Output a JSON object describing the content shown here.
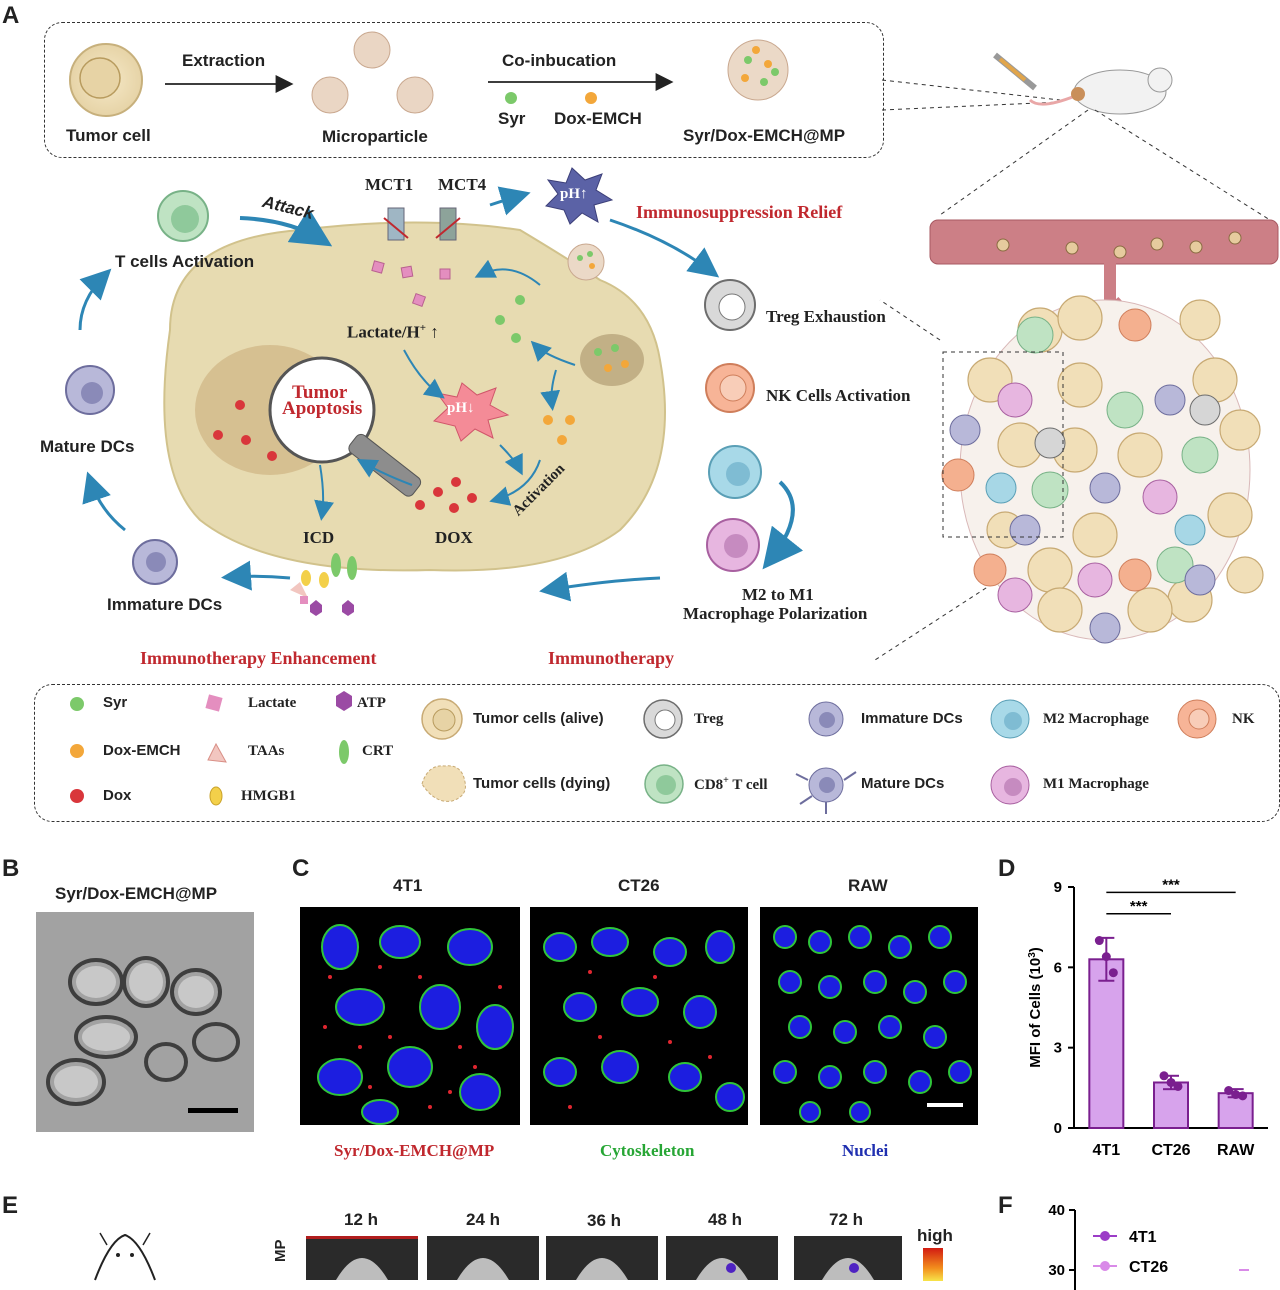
{
  "panels": {
    "a": "A",
    "b": "B",
    "c": "C",
    "d": "D",
    "e": "E",
    "f": "F"
  },
  "scheme": {
    "tumor_cell": "Tumor cell",
    "extraction": "Extraction",
    "microparticle": "Microparticle",
    "co_incubation": "Co-inbucation",
    "syr": "Syr",
    "dox_emch": "Dox-EMCH",
    "product": "Syr/Dox-EMCH@MP",
    "mct1": "MCT1",
    "mct4": "MCT4",
    "ph_up": "pH",
    "immunosuppression_relief": "Immunosuppression Relief",
    "attack": "Attack",
    "t_cells_activation": "T cells Activation",
    "lactate_h": "Lactate/H",
    "lactate_sup": "+",
    "tumor_apoptosis_1": "Tumor",
    "tumor_apoptosis_2": "Apoptosis",
    "ph_down": "pH",
    "activation": "Activation",
    "icd": "ICD",
    "dox": "DOX",
    "mature_dcs": "Mature DCs",
    "immature_dcs": "Immature DCs",
    "treg_exhaustion": "Treg Exhaustion",
    "nk_activation": "NK Cells Activation",
    "m2_to_m1": "M2 to M1",
    "macrophage_polarization": "Macrophage Polarization",
    "immunotherapy_enhancement": "Immunotherapy Enhancement",
    "immunotherapy": "Immunotherapy"
  },
  "legend": {
    "syr": "Syr",
    "dox_emch": "Dox-EMCH",
    "dox": "Dox",
    "lactate": "Lactate",
    "taas": "TAAs",
    "hmgb1": "HMGB1",
    "atp": "ATP",
    "crt": "CRT",
    "tumor_alive": "Tumor cells (alive)",
    "tumor_dying": "Tumor cells (dying)",
    "treg": "Treg",
    "cd8": "CD8",
    "cd8_sup": "+",
    "cd8_tail": " T cell",
    "immature_dcs": "Immature DCs",
    "mature_dcs": "Mature DCs",
    "m2": "M2 Macrophage",
    "m1": "M1 Macrophage",
    "nk": "NK"
  },
  "panel_b": {
    "title": "Syr/Dox-EMCH@MP"
  },
  "panel_c": {
    "cols": [
      "4T1",
      "CT26",
      "RAW"
    ],
    "channel_red": "Syr/Dox-EMCH@MP",
    "channel_green": "Cytoskeleton",
    "channel_blue": "Nuclei"
  },
  "colors": {
    "syr": "#7cc96a",
    "dox_emch": "#f3a73a",
    "dox": "#d9363b",
    "bar": "#d7a3ec",
    "bar_edge": "#7a1f8f",
    "title_red": "#c0282e"
  },
  "chart_data": [
    {
      "type": "bar",
      "panel": "D",
      "categories": [
        "4T1",
        "CT26",
        "RAW"
      ],
      "values": [
        6.3,
        1.7,
        1.3
      ],
      "errors": [
        0.8,
        0.25,
        0.15
      ],
      "points": [
        [
          7.0,
          6.4,
          5.8
        ],
        [
          1.95,
          1.7,
          1.55
        ],
        [
          1.4,
          1.25,
          1.2
        ]
      ],
      "ylabel": "MFI of Cells (10",
      "ylabel_sup": "3",
      "ylabel_tail": ")",
      "ylim": [
        0,
        9
      ],
      "yticks": [
        0,
        3,
        6,
        9
      ],
      "significance": [
        {
          "from": "4T1",
          "to": "CT26",
          "label": "***"
        },
        {
          "from": "4T1",
          "to": "RAW",
          "label": "***"
        }
      ]
    },
    {
      "type": "line",
      "panel": "F",
      "ylim_visible_ticks": [
        30,
        40
      ],
      "series": [
        {
          "name": "4T1",
          "color": "#9c3cc7"
        },
        {
          "name": "CT26",
          "color": "#d98ae8"
        }
      ]
    }
  ],
  "panel_e": {
    "times": [
      "12 h",
      "24 h",
      "36 h",
      "48 h",
      "72 h"
    ],
    "scale_high": "high",
    "row_label": "MP"
  }
}
